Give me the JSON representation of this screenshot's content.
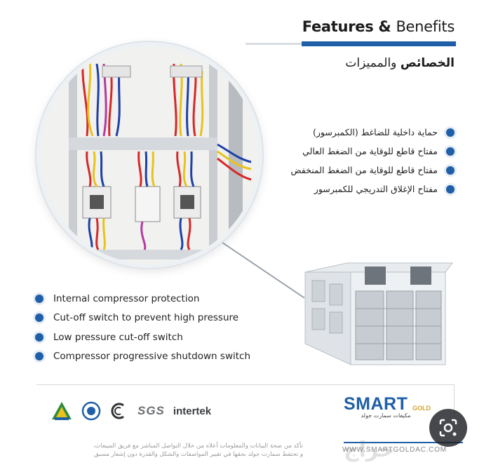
{
  "header": {
    "title_bold": "Features &",
    "title_light": "Benefits",
    "title_ar_bold": "الخصائص",
    "title_ar_rest": "والمميزات"
  },
  "features_ar": [
    "حماية داخلية للضاغط (الكمبرسور)",
    "مفتاح قاطع للوقاية من الضغط العالي",
    "مفتاح قاطع للوقاية من الضغط المنخفض",
    "مفتاح الإغلاق التدريجي للكمبرسور"
  ],
  "features_en": [
    "Internal compressor protection",
    "Cut-off switch to prevent high pressure",
    "Low pressure cut-off switch",
    "Compressor progressive shutdown switch"
  ],
  "certifications": {
    "sgs": "SGS",
    "intertek": "intertek",
    "icons": [
      "saso-icon",
      "tuv-icon",
      "c-mark-icon"
    ]
  },
  "brand": {
    "name": "SMART",
    "suffix": "GOLD",
    "tagline_ar": "مكيفات سمارت جولد",
    "website": "WWW.SMARTGOLDAC.COM"
  },
  "disclaimer_ar": [
    "تأكد من صحة البيانات والمعلومات أعلاه من خلال التواصل المباشر مع فريق المبيعات،",
    "و تحتفظ سمارت جولد بحقها في تغيير المواصفات والشكل والقدرة دون إشعار مسبق"
  ],
  "watermark": "حراج",
  "colors": {
    "accent": "#1f5fa8",
    "gold": "#d4a62a",
    "text": "#222222"
  }
}
